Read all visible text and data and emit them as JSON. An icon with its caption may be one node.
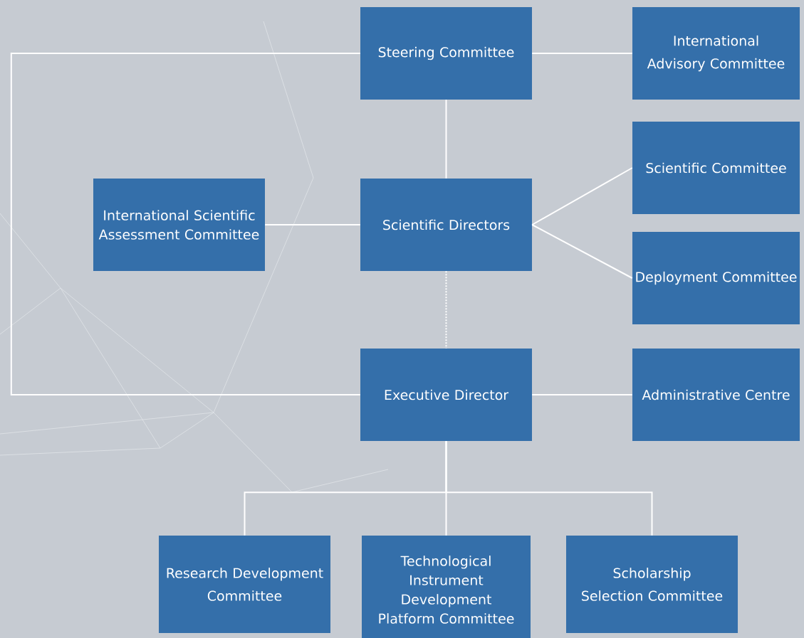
{
  "diagram": {
    "nodes": [
      {
        "text": [
          "Steering Committee"
        ]
      },
      {
        "text": [
          "International Advisory Committee"
        ]
      },
      {
        "text": [
          "International Scientific Assessment Committee"
        ]
      },
      {
        "text": [
          "Scientific Directors"
        ]
      },
      {
        "text": [
          "Scientific Committee"
        ]
      },
      {
        "text": [
          "Deployment Committee"
        ]
      },
      {
        "text": [
          "Executive Director"
        ]
      },
      {
        "text": [
          "Administrative Centre"
        ]
      },
      {
        "text": [
          "Research Development Committee"
        ]
      },
      {
        "text": [
          "Technological Instrument Development Platform Committee"
        ]
      },
      {
        "text": [
          "Scholarship Selection Committee"
        ]
      }
    ],
    "edges": [
      {
        "from": 0,
        "to": 1,
        "arrow": "none"
      },
      {
        "from": 0,
        "to": 3,
        "arrow": "none"
      },
      {
        "from": 0,
        "to": 6,
        "arrow": "none"
      },
      {
        "from": 2,
        "to": 3,
        "arrow": "none"
      },
      {
        "from": 3,
        "to": 4,
        "arrow": "none"
      },
      {
        "from": 3,
        "to": 5,
        "arrow": "none"
      },
      {
        "from": 3,
        "to": 6,
        "arrow": "none",
        "style": "dashed"
      },
      {
        "from": 6,
        "to": 7,
        "arrow": "none"
      },
      {
        "from": 6,
        "to": 8,
        "arrow": "none"
      },
      {
        "from": 6,
        "to": 9,
        "arrow": "none"
      },
      {
        "from": 6,
        "to": 10,
        "arrow": "none"
      }
    ]
  }
}
